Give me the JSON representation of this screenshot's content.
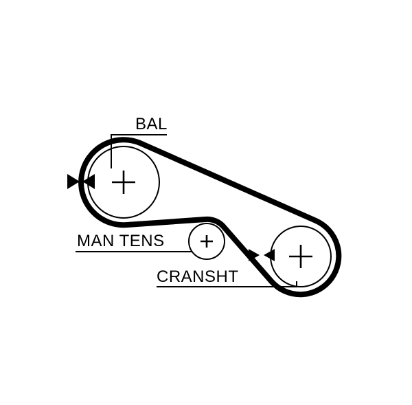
{
  "diagram": {
    "background": "#ffffff",
    "line_color": "#000000",
    "labels": {
      "bal": "BAL",
      "man_tens": "MAN TENS",
      "cransht": "CRANSHT"
    }
  }
}
